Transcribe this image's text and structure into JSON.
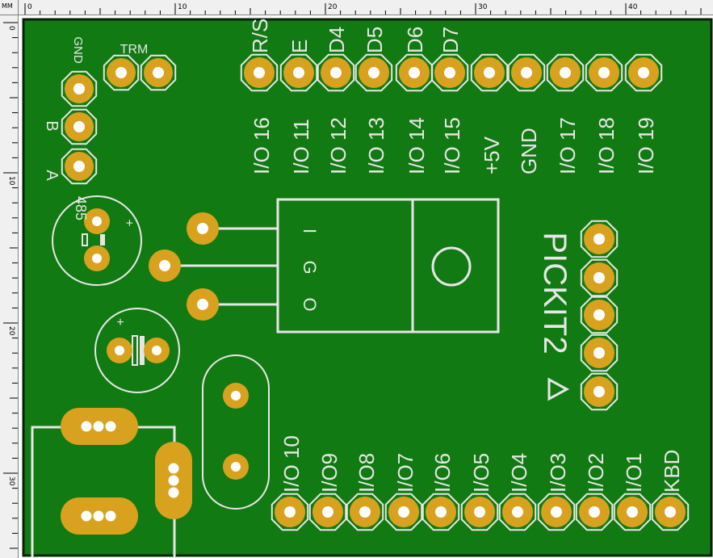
{
  "ruler": {
    "unit": "MM",
    "top_ticks": [
      "0",
      "10",
      "20",
      "30",
      "40"
    ],
    "left_ticks": [
      "0",
      "10",
      "20",
      "30"
    ]
  },
  "colors": {
    "board": "#127a12",
    "outline": "#0a1f0a",
    "pad": "#d9a21e",
    "silk": "#e6e6e6",
    "drill": "#ffffff",
    "ruler_bg": "#f0f0f0"
  },
  "silkscreen": {
    "gnd_small": "GND",
    "trm": "TRM",
    "b": "B",
    "a": "A",
    "ic485": "485",
    "plus": "+",
    "pickit": "PICKIT2",
    "regulator_pins": [
      "I",
      "G",
      "O"
    ],
    "top_header": [
      {
        "top": "R/S",
        "bottom": "I/O 16"
      },
      {
        "top": "E",
        "bottom": "I/O 11"
      },
      {
        "top": "D4",
        "bottom": "I/O 12"
      },
      {
        "top": "D5",
        "bottom": "I/O 13"
      },
      {
        "top": "D6",
        "bottom": "I/O 14"
      },
      {
        "top": "D7",
        "bottom": "I/O 15"
      },
      {
        "top": "",
        "bottom": "+5V"
      },
      {
        "top": "",
        "bottom": "GND"
      },
      {
        "top": "",
        "bottom": "I/O 17"
      },
      {
        "top": "",
        "bottom": "I/O 18"
      },
      {
        "top": "",
        "bottom": "I/O 19"
      }
    ],
    "bottom_header": [
      "I/O 10",
      "I/O9",
      "I/O8",
      "I/O7",
      "I/O6",
      "I/O5",
      "I/O4",
      "I/O3",
      "I/O2",
      "I/O1",
      "KBD"
    ]
  }
}
